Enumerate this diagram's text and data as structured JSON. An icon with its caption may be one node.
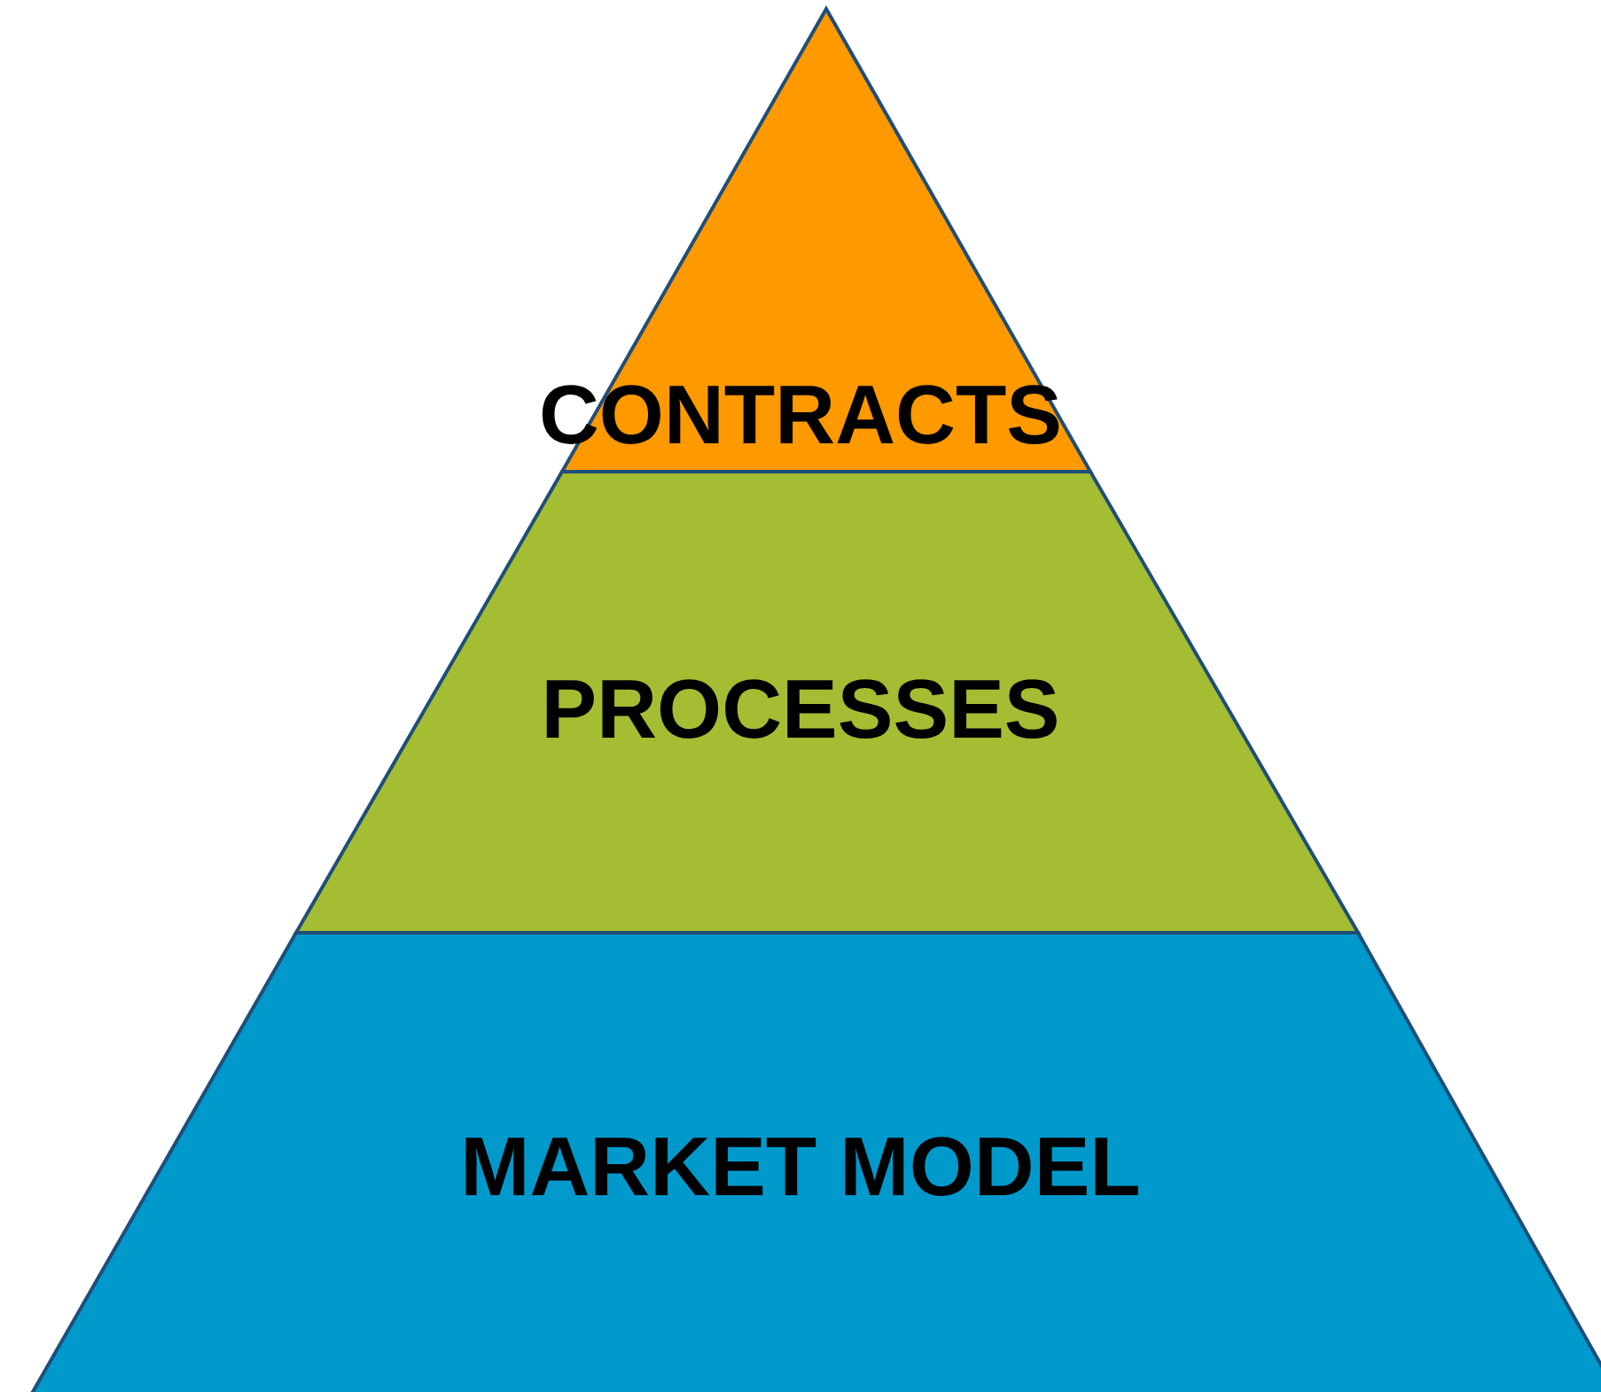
{
  "diagram": {
    "nodes": [
      {
        "text": [
          "CONTRACTS"
        ]
      },
      {
        "text": [
          "PROCESSES"
        ]
      },
      {
        "text": [
          "MARKET MODEL"
        ]
      }
    ]
  }
}
